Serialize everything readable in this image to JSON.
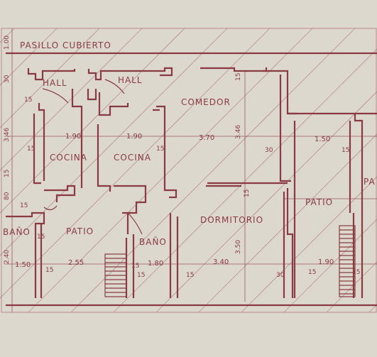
{
  "rooms": {
    "pasillo": "PASILLO CUBIERTO",
    "hall_left": "HALL",
    "hall_right": "HALL",
    "comedor": "COMEDOR",
    "cocina_left": "COCINA",
    "cocina_right": "COCINA",
    "patio_left": "PATIO",
    "patio_right": "PATIO",
    "bano_left": "BAÑO",
    "bano_mid": "BAÑO",
    "dormitorio": "DORMITORIO",
    "right_edge": "PA"
  },
  "dimensions": {
    "d_190_a": "1.90",
    "d_190_b": "1.90",
    "d_370": "3.70",
    "d_150_r": "1.50",
    "d_150_l": "1.50",
    "d_255": "2.55",
    "d_180": "1.80",
    "d_340": "3.40",
    "d_190_c": "1.90",
    "v_346": "3.46",
    "v_350": "3.50",
    "v_15_top": "15",
    "v_15_mid": "15",
    "v_30": "30",
    "v_346_left": "3.46",
    "v_80": "80",
    "v_15_left": "15",
    "v_240": "2.40",
    "v_100": "1.00"
  },
  "wall_marks": {
    "w15_a": "15",
    "w15_b": "15",
    "w15_c": "15",
    "w15_d": "15",
    "w15_e": "15",
    "w15_f": "15",
    "w15_g": "15",
    "w15_h": "15",
    "w15_i": "15",
    "w15_j": "15",
    "w15_k": "15",
    "w30_a": "30",
    "w30_b": "30",
    "w15_l": "15"
  }
}
